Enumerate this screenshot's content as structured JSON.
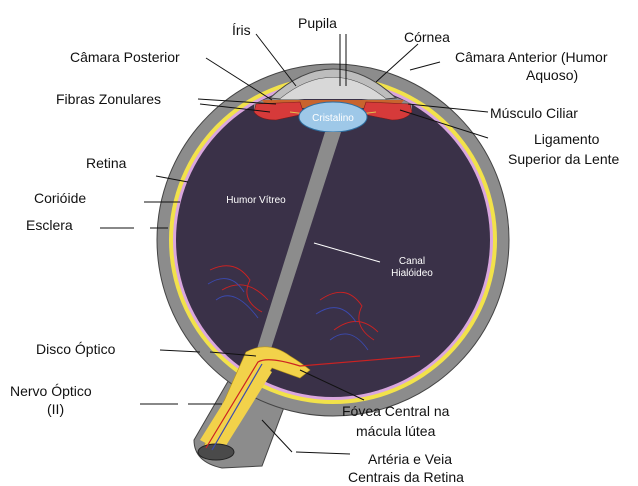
{
  "labels": {
    "iris": "Íris",
    "pupila": "Pupila",
    "cornea": "Córnea",
    "camara_posterior": "Câmara Posterior",
    "camara_anterior_1": "Câmara Anterior (Humor",
    "camara_anterior_2": "Aquoso)",
    "fibras_zonulares": "Fibras Zonulares",
    "musculo_ciliar": "Músculo Ciliar",
    "ligamento_1": "Ligamento",
    "ligamento_2": "Superior da Lente",
    "retina": "Retina",
    "corioide": "Corióide",
    "esclera": "Esclera",
    "cristalino": "Cristalino",
    "humor_vitreo": "Humor Vítreo",
    "canal_1": "Canal",
    "canal_2": "Hialóideo",
    "disco_optico": "Disco Óptico",
    "nervo_1": "Nervo Óptico",
    "nervo_2": "(II)",
    "fovea_1": "Fóvea Central na",
    "fovea_2": "mácula lútea",
    "arteria_1": "Artéria e Veia",
    "arteria_2": "Centrais da Retina"
  },
  "colors": {
    "sclera": "#8c8c8c",
    "sclera_edge": "#444444",
    "choroid": "#f2e24a",
    "retina": "#d9a6de",
    "vitreous": "#3a3148",
    "lens": "#9ec8e8",
    "iris": "#c8642e",
    "ciliary": "#d63a3a",
    "cornea": "#c8c8c8",
    "nerve": "#f2d24a",
    "vessel_red": "#cc2222",
    "vessel_blue": "#3a4ab0"
  },
  "icons": {
    "diagram": "eye-anatomy-icon"
  }
}
